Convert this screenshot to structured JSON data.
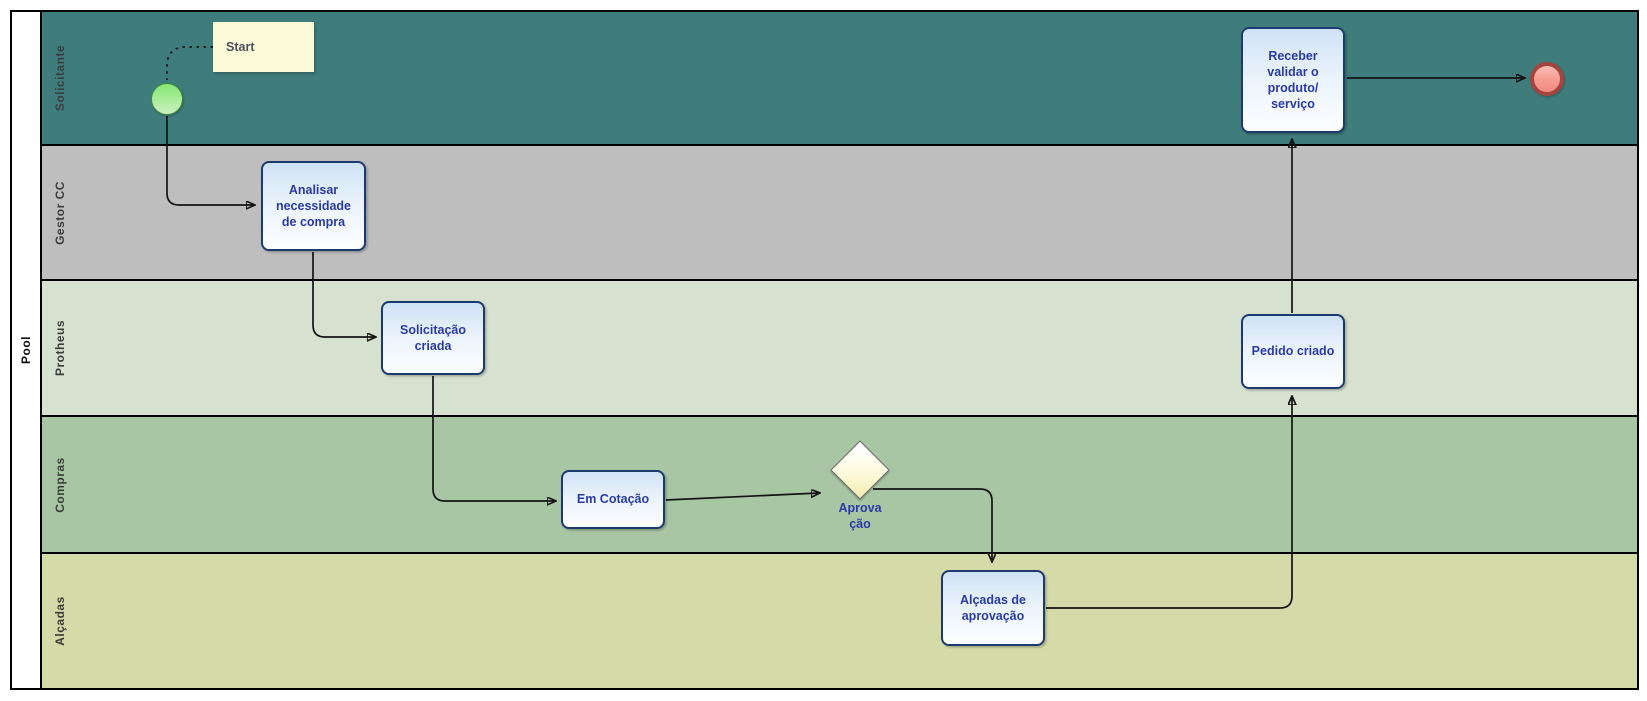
{
  "pool": {
    "label": "Pool"
  },
  "lanes": [
    {
      "label": "Solicitante",
      "color": "#3f7d7c"
    },
    {
      "label": "Gestor CC",
      "color": "#bebebe"
    },
    {
      "label": "Protheus",
      "color": "#d6e1d0"
    },
    {
      "label": "Compras",
      "color": "#a9c6a4"
    },
    {
      "label": "Alçadas",
      "color": "#d4daa8"
    }
  ],
  "annotation": {
    "label": "Start"
  },
  "events": {
    "start": {
      "type": "start-event",
      "color": "#86e775"
    },
    "end": {
      "type": "end-event",
      "color": "#a5443f"
    }
  },
  "tasks": {
    "analisar": {
      "label": "Analisar necessidade de compra"
    },
    "solicitacao": {
      "label": "Solicitação criada"
    },
    "em_cotacao": {
      "label": "Em Cotação"
    },
    "alcadas": {
      "label": "Alçadas de aprovação"
    },
    "pedido": {
      "label": "Pedido criado"
    },
    "receber": {
      "label": "Receber validar o produto/ serviço"
    }
  },
  "gateway": {
    "label": "Aprova ção"
  },
  "colors": {
    "task_border": "#1c3a6e",
    "task_text": "#2b3ba6",
    "note_fill": "#fcf9d9",
    "gateway_fill": "#f3edae",
    "line": "#141414"
  }
}
